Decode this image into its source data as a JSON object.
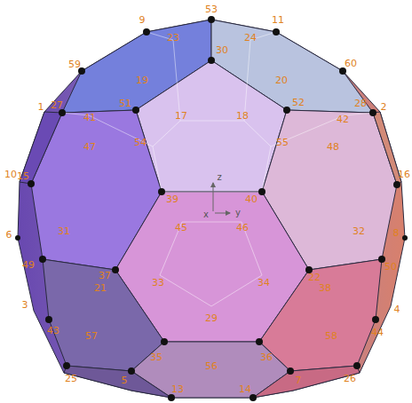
{
  "diagram": {
    "labels": [
      "9",
      "53",
      "11",
      "23",
      "24",
      "30",
      "59",
      "60",
      "19",
      "20",
      "1",
      "27",
      "41",
      "51",
      "17",
      "18",
      "52",
      "42",
      "28",
      "2",
      "47",
      "54",
      "55",
      "48",
      "10",
      "15",
      "16",
      "39",
      "40",
      "z",
      "x",
      "y",
      "45",
      "46",
      "31",
      "32",
      "6",
      "8",
      "49",
      "50",
      "37",
      "21",
      "33",
      "34",
      "22",
      "38",
      "29",
      "3",
      "4",
      "43",
      "44",
      "57",
      "58",
      "35",
      "36",
      "56",
      "25",
      "26",
      "5",
      "7",
      "13",
      "14"
    ]
  }
}
